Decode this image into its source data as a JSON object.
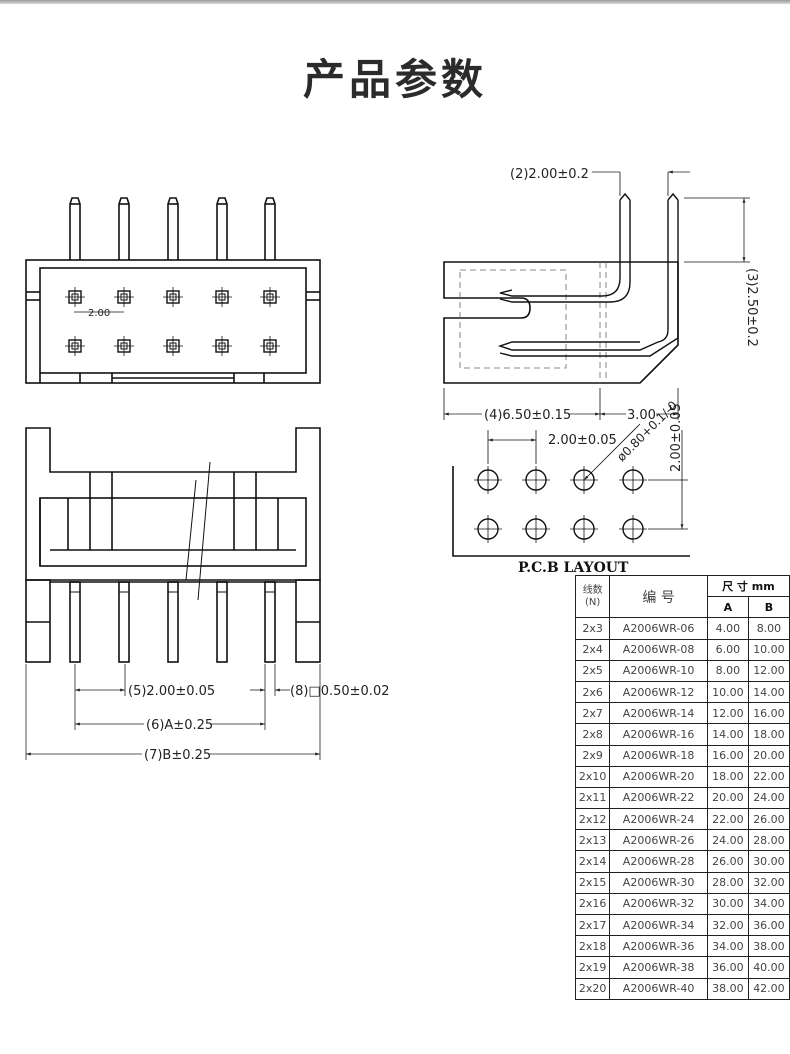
{
  "title": "产品参数",
  "front_view": {
    "pitch_label": "2.00"
  },
  "side_view": {
    "dim_pitch": "(2)2.00±0.2",
    "dim_height": "(3)2.50±0.2",
    "dim_depth": "(4)6.50±0.15",
    "dim_pin_offset": "3.00"
  },
  "pcb_layout": {
    "label": "P.C.B LAYOUT",
    "dim_pitch_x": "2.00±0.05",
    "dim_pitch_y": "2.00±0.05",
    "dim_hole": "ø0.80+0.1/-0"
  },
  "bottom_view": {
    "dim_pitch": "(5)2.00±0.05",
    "dim_pin": "(8)□0.50±0.02",
    "dim_a": "(6)A±0.25",
    "dim_b": "(7)B±0.25"
  },
  "spec_table": {
    "headers": {
      "lines": "线数",
      "lines_n": "(N)",
      "model": "编  号",
      "size": "尺 寸 mm",
      "a": "A",
      "b": "B"
    },
    "rows": [
      {
        "n": "2x3",
        "model": "A2006WR-06",
        "a": "4.00",
        "b": "8.00"
      },
      {
        "n": "2x4",
        "model": "A2006WR-08",
        "a": "6.00",
        "b": "10.00"
      },
      {
        "n": "2x5",
        "model": "A2006WR-10",
        "a": "8.00",
        "b": "12.00"
      },
      {
        "n": "2x6",
        "model": "A2006WR-12",
        "a": "10.00",
        "b": "14.00"
      },
      {
        "n": "2x7",
        "model": "A2006WR-14",
        "a": "12.00",
        "b": "16.00"
      },
      {
        "n": "2x8",
        "model": "A2006WR-16",
        "a": "14.00",
        "b": "18.00"
      },
      {
        "n": "2x9",
        "model": "A2006WR-18",
        "a": "16.00",
        "b": "20.00"
      },
      {
        "n": "2x10",
        "model": "A2006WR-20",
        "a": "18.00",
        "b": "22.00"
      },
      {
        "n": "2x11",
        "model": "A2006WR-22",
        "a": "20.00",
        "b": "24.00"
      },
      {
        "n": "2x12",
        "model": "A2006WR-24",
        "a": "22.00",
        "b": "26.00"
      },
      {
        "n": "2x13",
        "model": "A2006WR-26",
        "a": "24.00",
        "b": "28.00"
      },
      {
        "n": "2x14",
        "model": "A2006WR-28",
        "a": "26.00",
        "b": "30.00"
      },
      {
        "n": "2x15",
        "model": "A2006WR-30",
        "a": "28.00",
        "b": "32.00"
      },
      {
        "n": "2x16",
        "model": "A2006WR-32",
        "a": "30.00",
        "b": "34.00"
      },
      {
        "n": "2x17",
        "model": "A2006WR-34",
        "a": "32.00",
        "b": "36.00"
      },
      {
        "n": "2x18",
        "model": "A2006WR-36",
        "a": "34.00",
        "b": "38.00"
      },
      {
        "n": "2x19",
        "model": "A2006WR-38",
        "a": "36.00",
        "b": "40.00"
      },
      {
        "n": "2x20",
        "model": "A2006WR-40",
        "a": "38.00",
        "b": "42.00"
      }
    ]
  }
}
